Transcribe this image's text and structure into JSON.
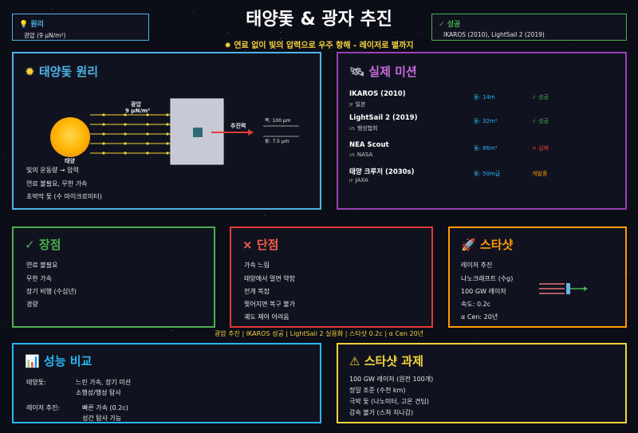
{
  "title": "태양돛 & 광자 추진",
  "subtitle": "연료 없이 빛의 압력으로 우주 항해 - 레이저로 별까지",
  "top_left_box": {
    "title": "원리",
    "text": "광압 (9 μN/m²)"
  },
  "top_right_box": {
    "title": "성공",
    "text": "IKAROS (2010), LightSail 2 (2019)"
  },
  "principle": {
    "title": "태양돛 원리",
    "sun_label": "태양",
    "pressure_label": "광압",
    "pressure_value": "9 μN/m²",
    "thrust_label": "추진력",
    "width_label": "폭: 100 μm",
    "sail_label": "돛: 7.5 μm",
    "points": [
      "빛의 운동량 → 압력",
      "연료 불필요, 무한 가속",
      "초박막 돛 (수 마이크로미터)"
    ]
  },
  "missions": {
    "title": "실제 미션",
    "items": [
      {
        "name": "IKAROS (2010)",
        "flag": "JP",
        "org": "일본",
        "sail": "돛: 14m",
        "status": "✓ 성공",
        "status_color": "#4caf50"
      },
      {
        "name": "LightSail 2 (2019)",
        "flag": "US",
        "org": "행성협회",
        "sail": "돛: 32m²",
        "status": "✓ 성공",
        "status_color": "#4caf50"
      },
      {
        "name": "NEA Scout",
        "flag": "US",
        "org": "NASA",
        "sail": "돛: 86m²",
        "status": "× 실패",
        "status_color": "#e53935"
      },
      {
        "name": "태양 크루저 (2030s)",
        "flag": "JP",
        "org": "JAXA",
        "sail": "돛: 50m급",
        "status": "개발중",
        "status_color": "#ff9800"
      }
    ]
  },
  "pros": {
    "title": "장점",
    "items": [
      "연료 불필요",
      "무한 가속",
      "장기 비행 (수십년)",
      "경량"
    ]
  },
  "cons": {
    "title": "단점",
    "items": [
      "가속 느림",
      "태양에서 멀면 약함",
      "전개 복잡",
      "찢어지면 복구 불가",
      "궤도 제어 어려움"
    ]
  },
  "starshot": {
    "title": "스타샷",
    "items": [
      "레이저 추진",
      "나노크래프트 (수g)",
      "100 GW 레이저",
      "속도: 0.2c",
      "α Cen: 20년"
    ]
  },
  "summary": "광압 추진 | IKAROS 성공 | LightSail 2 실용화 | 스타샷 0.2c | α Cen 20년",
  "performance": {
    "title": "성능 비교",
    "rows": [
      {
        "label": "태양돛:",
        "lines": [
          "느린 가속, 장기 미션",
          "소행성/행성 탐사"
        ]
      },
      {
        "label": "레이저 추진:",
        "lines": [
          "빠른 가속 (0.2c)",
          "성간 탐사 가능"
        ]
      }
    ]
  },
  "challenges": {
    "title": "스타샷 과제",
    "items": [
      "100 GW 레이저 (원전 100개)",
      "정밀 조준 (수천 km)",
      "극박 돛 (나노미터, 고온 견딤)",
      "감속 불가 (스쳐 지나감)"
    ]
  },
  "colors": {
    "principle": "#4fb3e8",
    "missions": "#9b3fb5",
    "pros": "#4caf50",
    "cons": "#e53935",
    "starshot": "#ff9800",
    "performance": "#29b6f6",
    "challenges": "#f5d33b"
  }
}
